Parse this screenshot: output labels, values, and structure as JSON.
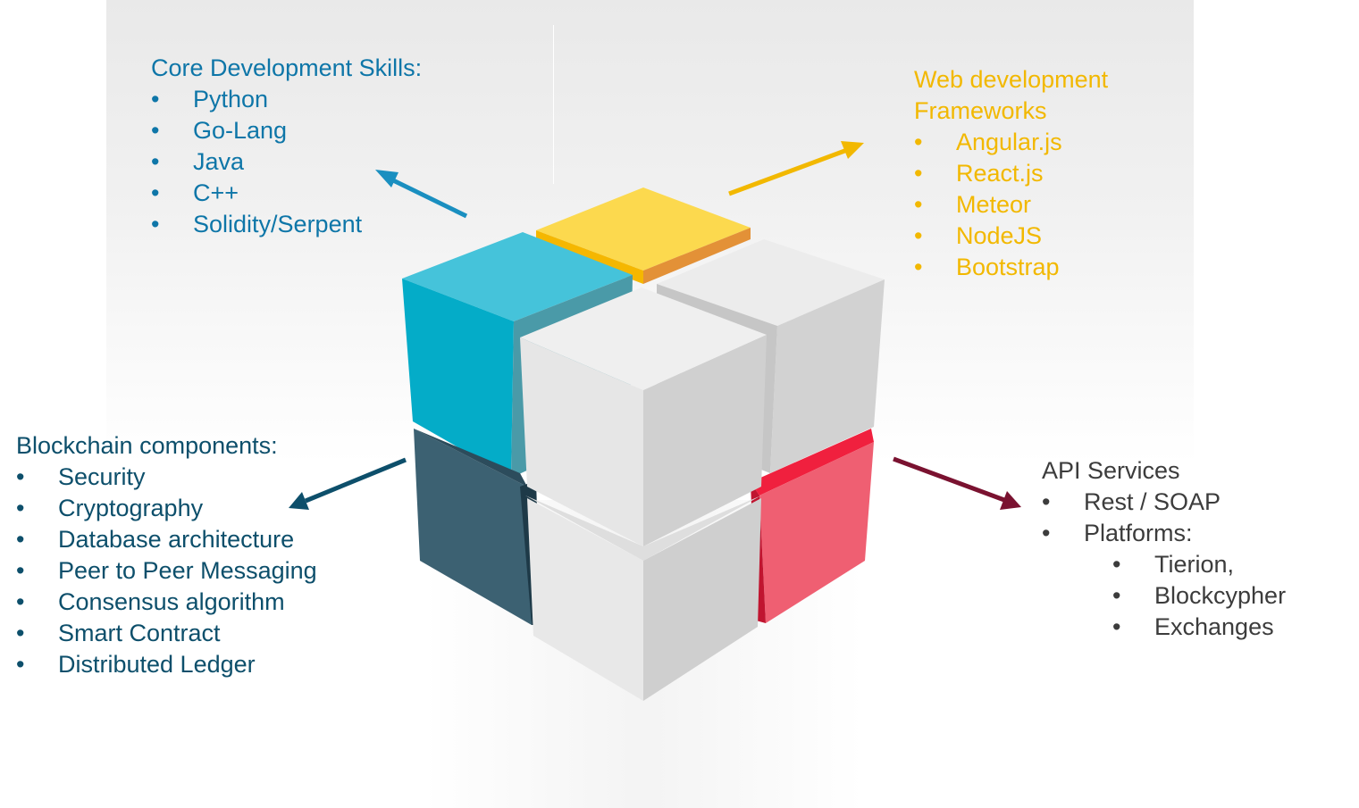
{
  "core_skills": {
    "title": "Core Development Skills:",
    "items": [
      "Python",
      "Go-Lang",
      "Java",
      "C++",
      "Solidity/Serpent"
    ],
    "color": "#0e76a8"
  },
  "web_frameworks": {
    "title_line1": "Web development",
    "title_line2": "Frameworks",
    "items": [
      "Angular.js",
      "React.js",
      "Meteor",
      "NodeJS",
      "Bootstrap"
    ],
    "color": "#f2b800"
  },
  "blockchain_components": {
    "title": "Blockchain components:",
    "items": [
      "Security",
      "Cryptography",
      "Database architecture",
      "Peer to Peer Messaging",
      "Consensus algorithm",
      "Smart Contract",
      "Distributed Ledger"
    ],
    "color": "#0d4f6b"
  },
  "api_services": {
    "title": "API Services",
    "items": [
      "Rest / SOAP",
      "Platforms:"
    ],
    "platforms": [
      "Tierion,",
      "Blockcypher",
      "Exchanges"
    ],
    "color": "#3c3c3c"
  },
  "bullet": "•",
  "cube_colors": {
    "teal": "#04acc8",
    "yellow": "#fcd94e",
    "dark_slate": "#3c6172",
    "red": "#ef5f72",
    "white": "#ececec",
    "arrow_blue": "#1a8fc0",
    "arrow_yellow": "#f2b800",
    "arrow_dark": "#0d4f6b",
    "arrow_red": "#7a1230"
  }
}
